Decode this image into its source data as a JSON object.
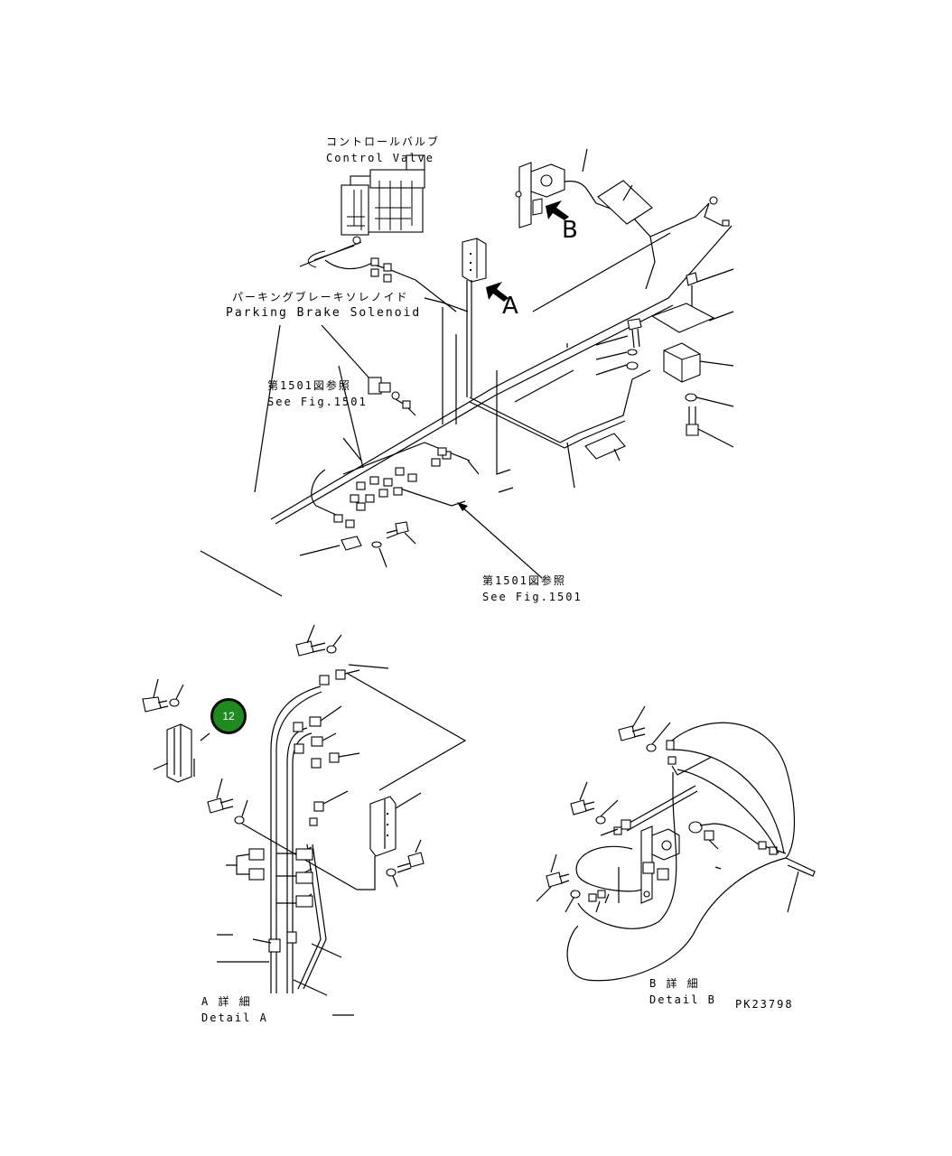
{
  "labels": {
    "control_valve_jp": "コントロールバルブ",
    "control_valve_en": "Control Valve",
    "parking_brake_jp": "パーキングブレーキソレノイド",
    "parking_brake_en": "Parking Brake Solenoid",
    "see_fig_jp_1": "第1501図参照",
    "see_fig_en_1": "See Fig.1501",
    "see_fig_jp_2": "第1501図参照",
    "see_fig_en_2": "See Fig.1501",
    "arrow_a": "A",
    "arrow_b": "B",
    "detail_a_jp": "A 詳 細",
    "detail_a_en": "Detail A",
    "detail_b_jp": "B 詳 細",
    "detail_b_en": "Detail B",
    "part_code": "PK23798"
  },
  "callout": {
    "number": "12",
    "color": "#1f8a1f"
  }
}
